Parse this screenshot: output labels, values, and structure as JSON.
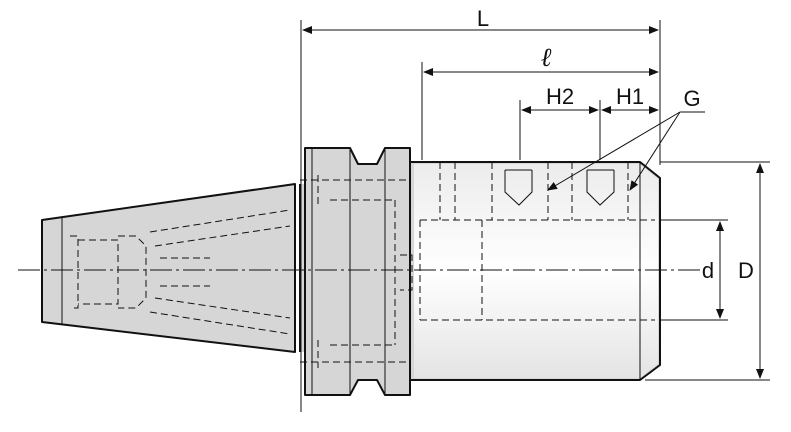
{
  "labels": {
    "L": "L",
    "l": "ℓ",
    "H2": "H2",
    "H1": "H1",
    "G": "G",
    "d": "d",
    "D": "D"
  }
}
